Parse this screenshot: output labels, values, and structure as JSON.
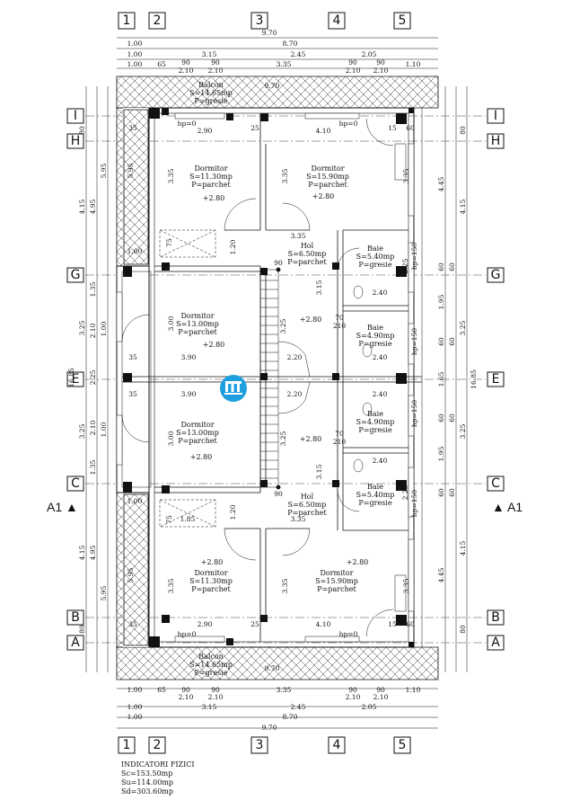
{
  "axes_top": [
    "1",
    "2",
    "3",
    "4",
    "5"
  ],
  "axes_side": [
    "I",
    "H",
    "G",
    "E",
    "C",
    "B",
    "A"
  ],
  "section_left": "A1",
  "section_right": "A1",
  "dims_top": {
    "overall": "9.70",
    "row2": [
      "1.00",
      "8.70"
    ],
    "row3": [
      "1.00",
      "3.15",
      "2.45",
      "2.05"
    ],
    "row4": [
      "1.00",
      "65",
      "90",
      "90",
      "3.35",
      "90",
      "90",
      "1.10"
    ],
    "row4b": [
      "2.10",
      "2.10",
      "2.10",
      "2.10"
    ]
  },
  "dims_bottom": {
    "overall": "9.70",
    "row2": [
      "1.00",
      "8.70"
    ],
    "row3": [
      "1.00",
      "3.15",
      "2.45",
      "2.05"
    ],
    "row4": [
      "1.00",
      "65",
      "90",
      "90",
      "3.35",
      "90",
      "90",
      "1.10"
    ],
    "row4b": [
      "2.10",
      "2.10",
      "2.10",
      "2.10"
    ]
  },
  "dims_left": [
    "80",
    "4.95",
    "4.15",
    "5.95",
    "1.35",
    "3.25",
    "2.10",
    "1.00",
    "2.25",
    "1.00",
    "2.10",
    "3.25",
    "1.35",
    "4.15",
    "4.95",
    "5.95",
    "80",
    "16.85"
  ],
  "dims_right": [
    "80",
    "4.45",
    "4.15",
    "60",
    "60",
    "1.95",
    "3.25",
    "60",
    "60",
    "1.65",
    "16.85",
    "60",
    "60",
    "1.95",
    "3.25",
    "60",
    "60",
    "4.45",
    "4.15",
    "80"
  ],
  "rooms": [
    {
      "name": "Balcon",
      "area": "S=14.65mp",
      "floor": "P=gresie"
    },
    {
      "name": "Dormitor",
      "area": "S=11.30mp",
      "floor": "P=parchet",
      "level": "+2.80"
    },
    {
      "name": "Dormitor",
      "area": "S=15.90mp",
      "floor": "P=parchet",
      "level": "+2.80"
    },
    {
      "name": "Hol",
      "area": "S=6.50mp",
      "floor": "P=parchet"
    },
    {
      "name": "Baie",
      "area": "S=5.40mp",
      "floor": "P=gresie"
    },
    {
      "name": "Dormitor",
      "area": "S=13.00mp",
      "floor": "P=parchet",
      "level": "+2.80"
    },
    {
      "name": "Baie",
      "area": "S=4.90mp",
      "floor": "P=gresie"
    },
    {
      "name": "Dormitor",
      "area": "S=13.00mp",
      "floor": "P=parchet",
      "level": "+2.80"
    },
    {
      "name": "Baie",
      "area": "S=4.90mp",
      "floor": "P=gresie"
    },
    {
      "name": "Hol",
      "area": "S=6.50mp",
      "floor": "P=parchet"
    },
    {
      "name": "Baie",
      "area": "S=5.40mp",
      "floor": "P=gresie"
    },
    {
      "name": "Dormitor",
      "area": "S=11.30mp",
      "floor": "P=parchet",
      "level": "+2.80"
    },
    {
      "name": "Dormitor",
      "area": "S=15.90mp",
      "floor": "P=parchet",
      "level": "+2.80"
    },
    {
      "name": "Balcon",
      "area": "S=14.65mp",
      "floor": "P=gresie"
    }
  ],
  "hall_level": "+2.80",
  "inner": {
    "hp0": "hp=0",
    "hp150": "hp=150",
    "d290": "2.90",
    "d410": "4.10",
    "d335": "3.35",
    "d390": "3.90",
    "d240": "2.40",
    "d220": "2.20",
    "d300": "3.00",
    "d325": "3.25",
    "d315": "3.15",
    "d185": "1.85",
    "d120": "1.20",
    "d100": "1.00",
    "d970": "9.70",
    "d35": "35",
    "d25": "25",
    "d15": "15",
    "d60": "60",
    "d70": "70",
    "d75": "75",
    "d90": "90",
    "d210": "210",
    "d225": "2.25",
    "d595": "5.95"
  },
  "indicators": {
    "title": "INDICATORI FIZICI",
    "sc": "Sc=153.50mp",
    "su": "Su=114.00mp",
    "sd": "Sd=303.60mp"
  },
  "colors": {
    "logo": "#1e9fe0",
    "line": "#111111"
  },
  "logo_icon": "brand-logo-icon"
}
